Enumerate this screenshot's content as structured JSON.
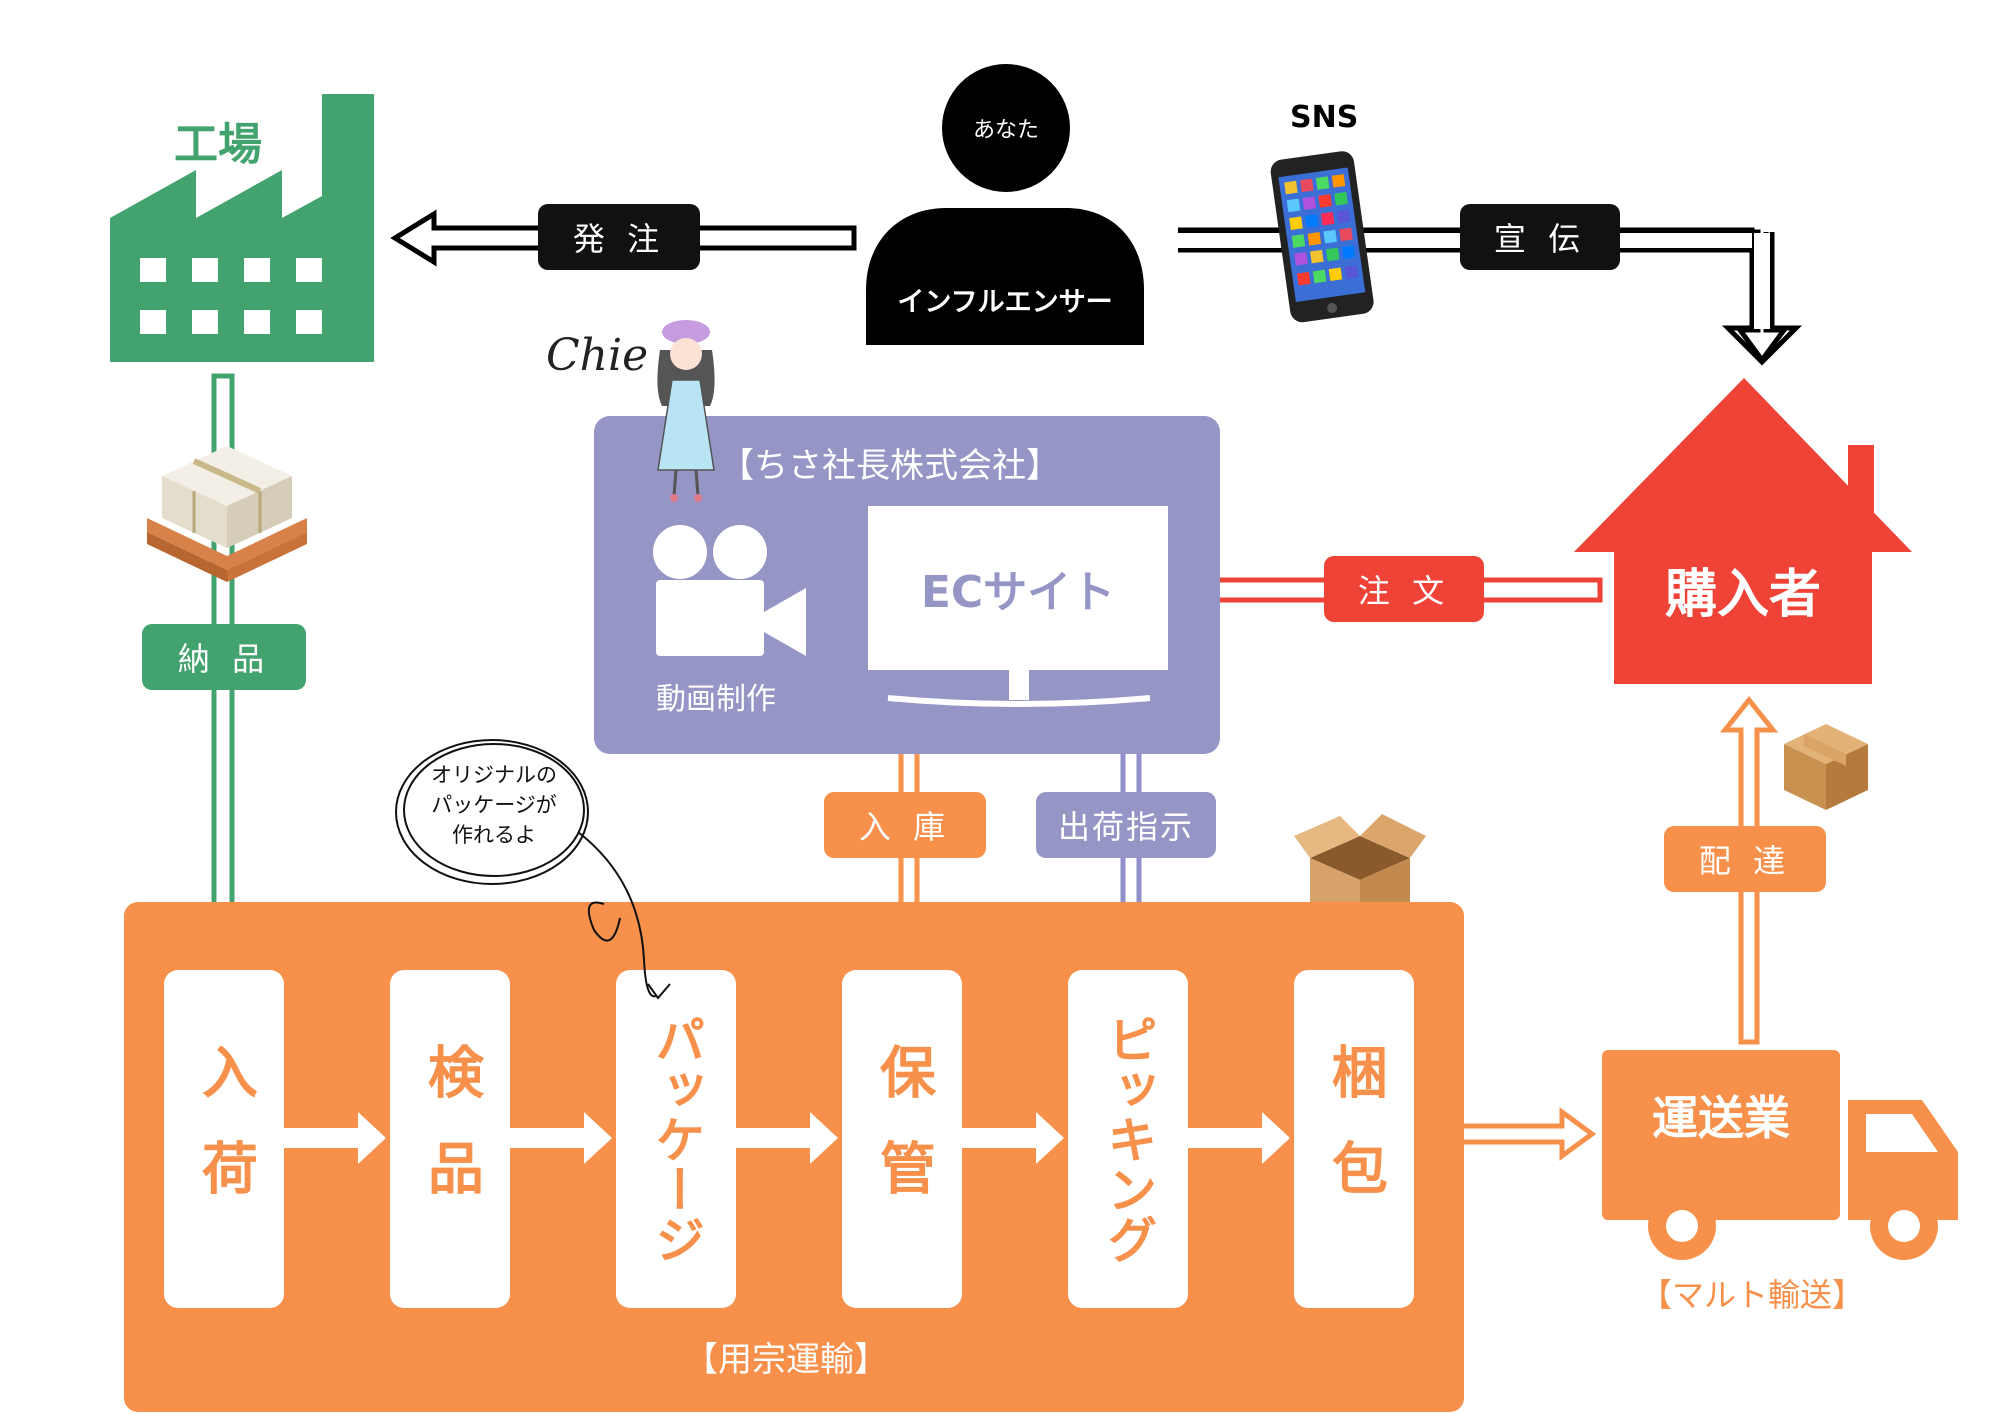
{
  "actors": {
    "influencer_badge": "あなた",
    "influencer_label": "インフルエンサー",
    "factory": "工場",
    "sns": "SNS",
    "buyer": "購入者",
    "signature": "Chie"
  },
  "flows": {
    "order_to_factory": "発 注",
    "promotion": "宣 伝",
    "delivery_goods": "納 品",
    "order": "注 文",
    "inbound": "入 庫",
    "ship_instruction": "出荷指示",
    "delivery": "配 達"
  },
  "company": {
    "name": "【ちさ社長株式会社】",
    "ec_site": "ECサイト",
    "video": "動画制作"
  },
  "warehouse": {
    "name": "【用宗運輸】",
    "note_lines": [
      "オリジナルの",
      "パッケージが",
      "作れるよ"
    ],
    "stages": [
      {
        "label": "入荷"
      },
      {
        "label": "検品"
      },
      {
        "label": "パッケージ"
      },
      {
        "label": "保管"
      },
      {
        "label": "ピッキング"
      },
      {
        "label": "梱包"
      }
    ]
  },
  "carrier": {
    "label": "運送業",
    "name": "【マルト輸送】"
  },
  "colors": {
    "factory_green": "#43a36e",
    "company_purple": "#9595c6",
    "warehouse_orange": "#f7904a",
    "buyer_red": "#f04337",
    "black": "#000000"
  }
}
